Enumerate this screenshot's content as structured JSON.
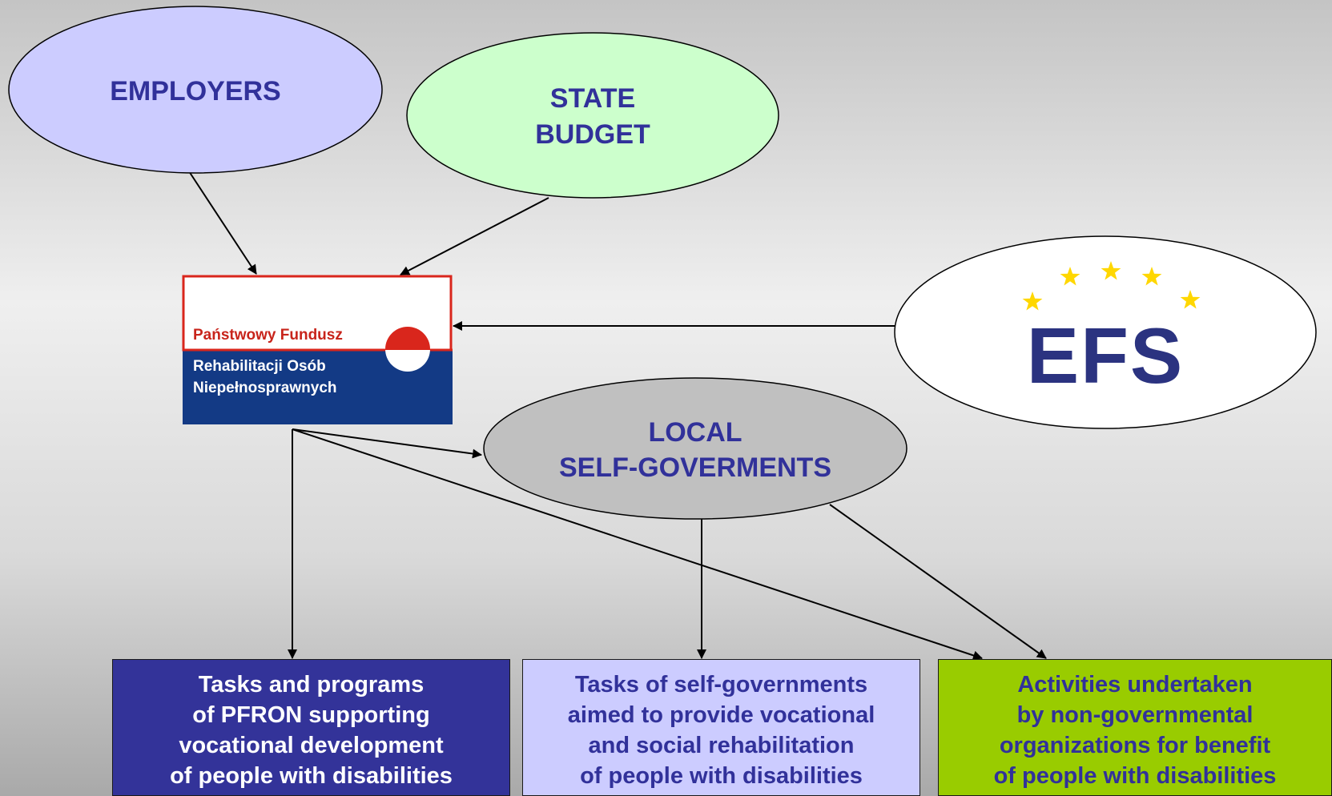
{
  "nodes": {
    "employers": "EMPLOYERS",
    "state_budget": [
      "STATE",
      "BUDGET"
    ],
    "local": [
      "LOCAL",
      "SELF-GOVERMENTS"
    ],
    "efs_logo": "EFS"
  },
  "pfron_logo": {
    "line1": "Państwowy Fundusz",
    "line2": "Rehabilitacji Osób",
    "line3": "Niepełnosprawnych"
  },
  "boxes": {
    "pfron_tasks": "Tasks and programs\nof PFRON supporting\nvocational development\nof people with disabilities",
    "self_gov_tasks": "Tasks of self-governments\naimed to provide vocational\nand social rehabilitation\nof people with disabilities",
    "ngo_activities": "Activities undertaken\nby non-governmental\norganizations for benefit\nof people with disabilities"
  },
  "colors": {
    "employers_fill": "#ccccff",
    "state_budget_fill": "#ccffcc",
    "local_fill": "#c0c0c0",
    "efs_fill": "#ffffff",
    "pfron_red": "#d9261c",
    "pfron_blue": "#133a85",
    "box1_fill": "#333399",
    "box2_fill": "#ccccff",
    "box3_fill": "#99cc00",
    "text_navy": "#31319a",
    "star_yellow": "#ffd700"
  }
}
